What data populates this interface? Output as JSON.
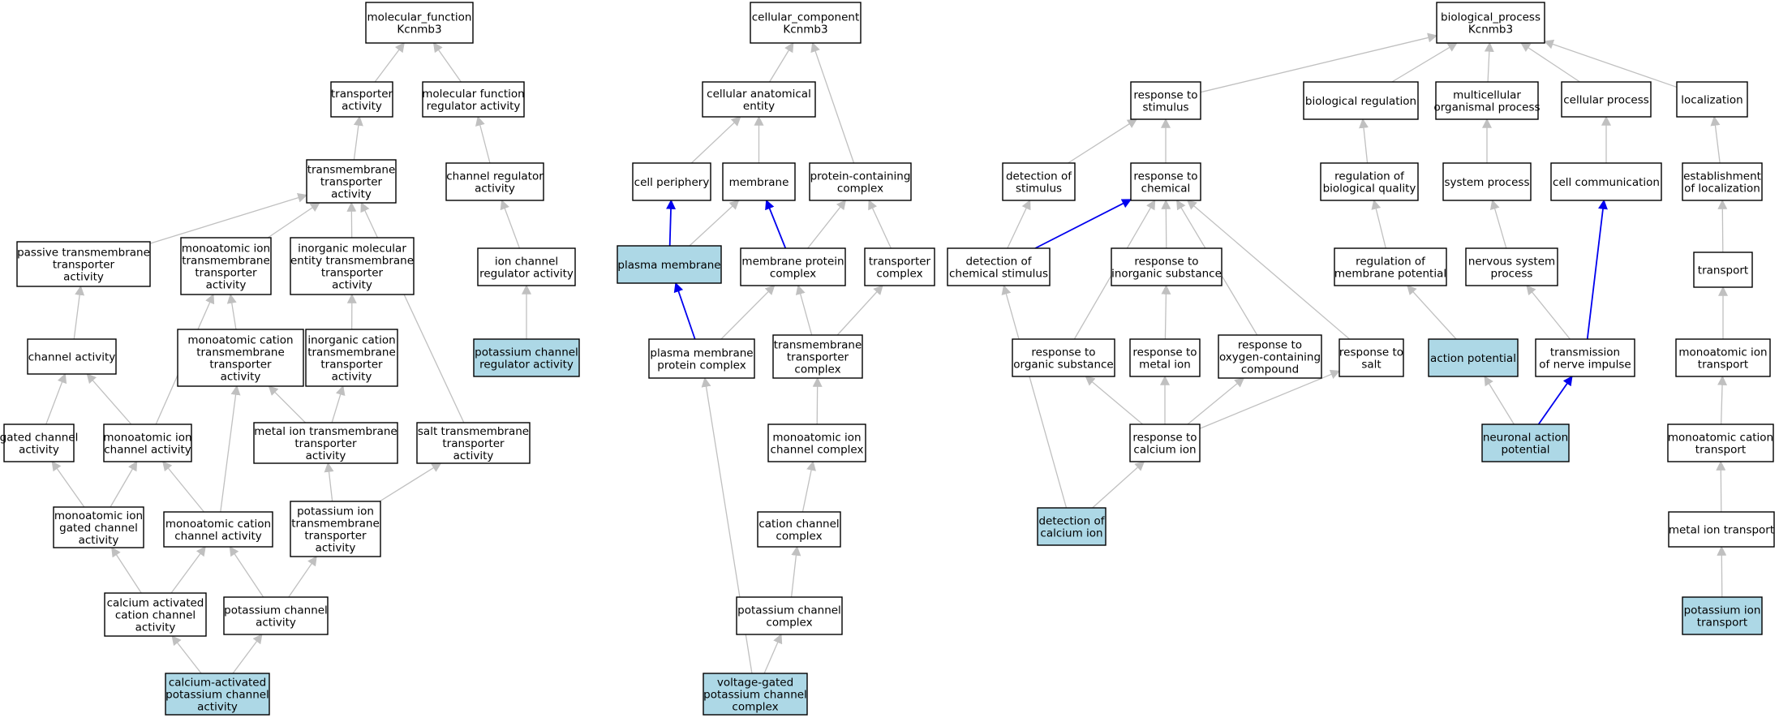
{
  "colors": {
    "node_fill": "#ffffff",
    "highlight_fill": "#add8e6",
    "edge_gray": "#c0c0c0",
    "edge_blue": "#0000ee",
    "border": "#000000"
  },
  "nodes": [
    {
      "id": "mf_root",
      "lines": [
        "molecular_function",
        "Kcnmb3"
      ]
    },
    {
      "id": "transporter_activity",
      "lines": [
        "transporter",
        "activity"
      ]
    },
    {
      "id": "mf_regulator",
      "lines": [
        "molecular function",
        "regulator activity"
      ]
    },
    {
      "id": "tm_transporter",
      "lines": [
        "transmembrane",
        "transporter",
        "activity"
      ]
    },
    {
      "id": "channel_regulator",
      "lines": [
        "channel regulator",
        "activity"
      ]
    },
    {
      "id": "passive_tm",
      "lines": [
        "passive transmembrane",
        "transporter",
        "activity"
      ]
    },
    {
      "id": "monoatomic_ion_tm",
      "lines": [
        "monoatomic ion",
        "transmembrane",
        "transporter",
        "activity"
      ]
    },
    {
      "id": "inorganic_mol_tm",
      "lines": [
        "inorganic molecular",
        "entity transmembrane",
        "transporter",
        "activity"
      ]
    },
    {
      "id": "ion_channel_regulator",
      "lines": [
        "ion channel",
        "regulator activity"
      ]
    },
    {
      "id": "channel_activity",
      "lines": [
        "channel activity"
      ]
    },
    {
      "id": "monoatomic_cation_tm",
      "lines": [
        "monoatomic cation",
        "transmembrane",
        "transporter",
        "activity"
      ]
    },
    {
      "id": "inorganic_cation_tm",
      "lines": [
        "inorganic cation",
        "transmembrane",
        "transporter",
        "activity"
      ]
    },
    {
      "id": "potassium_channel_regulator",
      "lines": [
        "potassium channel",
        "regulator activity"
      ],
      "highlight": true
    },
    {
      "id": "gated_channel",
      "lines": [
        "gated channel",
        "activity"
      ]
    },
    {
      "id": "monoatomic_ion_channel",
      "lines": [
        "monoatomic ion",
        "channel activity"
      ]
    },
    {
      "id": "metal_ion_tm",
      "lines": [
        "metal ion transmembrane",
        "transporter",
        "activity"
      ]
    },
    {
      "id": "salt_tm",
      "lines": [
        "salt transmembrane",
        "transporter",
        "activity"
      ]
    },
    {
      "id": "monoatomic_ion_gated",
      "lines": [
        "monoatomic ion",
        "gated channel",
        "activity"
      ]
    },
    {
      "id": "monoatomic_cation_channel",
      "lines": [
        "monoatomic cation",
        "channel activity"
      ]
    },
    {
      "id": "potassium_ion_tm",
      "lines": [
        "potassium ion",
        "transmembrane",
        "transporter",
        "activity"
      ]
    },
    {
      "id": "calcium_activated_cation",
      "lines": [
        "calcium activated",
        "cation channel",
        "activity"
      ]
    },
    {
      "id": "potassium_channel_activity",
      "lines": [
        "potassium channel",
        "activity"
      ]
    },
    {
      "id": "ca_activated_k_channel",
      "lines": [
        "calcium-activated",
        "potassium channel",
        "activity"
      ],
      "highlight": true
    },
    {
      "id": "cc_root",
      "lines": [
        "cellular_component",
        "Kcnmb3"
      ]
    },
    {
      "id": "cellular_anatomical_entity",
      "lines": [
        "cellular anatomical",
        "entity"
      ]
    },
    {
      "id": "cell_periphery",
      "lines": [
        "cell periphery"
      ]
    },
    {
      "id": "membrane",
      "lines": [
        "membrane"
      ]
    },
    {
      "id": "protein_containing_complex",
      "lines": [
        "protein-containing",
        "complex"
      ]
    },
    {
      "id": "plasma_membrane",
      "lines": [
        "plasma membrane"
      ],
      "highlight": true
    },
    {
      "id": "membrane_protein_complex",
      "lines": [
        "membrane protein",
        "complex"
      ]
    },
    {
      "id": "transporter_complex",
      "lines": [
        "transporter",
        "complex"
      ]
    },
    {
      "id": "plasma_membrane_protein_complex",
      "lines": [
        "plasma membrane",
        "protein complex"
      ]
    },
    {
      "id": "tm_transporter_complex",
      "lines": [
        "transmembrane",
        "transporter",
        "complex"
      ]
    },
    {
      "id": "monoatomic_ion_channel_complex",
      "lines": [
        "monoatomic ion",
        "channel complex"
      ]
    },
    {
      "id": "cation_channel_complex",
      "lines": [
        "cation channel",
        "complex"
      ]
    },
    {
      "id": "potassium_channel_complex",
      "lines": [
        "potassium channel",
        "complex"
      ]
    },
    {
      "id": "voltage_gated_k_complex",
      "lines": [
        "voltage-gated",
        "potassium channel",
        "complex"
      ],
      "highlight": true
    },
    {
      "id": "bp_root",
      "lines": [
        "biological_process",
        "Kcnmb3"
      ]
    },
    {
      "id": "response_to_stimulus",
      "lines": [
        "response to",
        "stimulus"
      ]
    },
    {
      "id": "biological_regulation",
      "lines": [
        "biological regulation"
      ]
    },
    {
      "id": "multicellular_process",
      "lines": [
        "multicellular",
        "organismal process"
      ]
    },
    {
      "id": "cellular_process",
      "lines": [
        "cellular process"
      ]
    },
    {
      "id": "localization",
      "lines": [
        "localization"
      ]
    },
    {
      "id": "detection_of_stimulus",
      "lines": [
        "detection of",
        "stimulus"
      ]
    },
    {
      "id": "response_to_chemical",
      "lines": [
        "response to",
        "chemical"
      ]
    },
    {
      "id": "regulation_of_biological_quality",
      "lines": [
        "regulation of",
        "biological quality"
      ]
    },
    {
      "id": "system_process",
      "lines": [
        "system process"
      ]
    },
    {
      "id": "cell_communication",
      "lines": [
        "cell communication"
      ]
    },
    {
      "id": "establishment_of_localization",
      "lines": [
        "establishment",
        "of localization"
      ]
    },
    {
      "id": "detection_of_chemical_stimulus",
      "lines": [
        "detection of",
        "chemical stimulus"
      ]
    },
    {
      "id": "response_to_inorganic_substance",
      "lines": [
        "response to",
        "inorganic substance"
      ]
    },
    {
      "id": "regulation_of_membrane_potential",
      "lines": [
        "regulation of",
        "membrane potential"
      ]
    },
    {
      "id": "nervous_system_process",
      "lines": [
        "nervous system",
        "process"
      ]
    },
    {
      "id": "transport",
      "lines": [
        "transport"
      ]
    },
    {
      "id": "response_to_organic_substance",
      "lines": [
        "response to",
        "organic substance"
      ]
    },
    {
      "id": "response_to_metal_ion",
      "lines": [
        "response to",
        "metal ion"
      ]
    },
    {
      "id": "response_to_oxygen_compound",
      "lines": [
        "response to",
        "oxygen-containing",
        "compound"
      ]
    },
    {
      "id": "response_to_salt",
      "lines": [
        "response to",
        "salt"
      ]
    },
    {
      "id": "action_potential",
      "lines": [
        "action potential"
      ],
      "highlight": true
    },
    {
      "id": "transmission_of_nerve_impulse",
      "lines": [
        "transmission",
        "of nerve impulse"
      ]
    },
    {
      "id": "monoatomic_ion_transport",
      "lines": [
        "monoatomic ion",
        "transport"
      ]
    },
    {
      "id": "response_to_calcium_ion",
      "lines": [
        "response to",
        "calcium ion"
      ]
    },
    {
      "id": "neuronal_action_potential",
      "lines": [
        "neuronal action",
        "potential"
      ],
      "highlight": true
    },
    {
      "id": "monoatomic_cation_transport",
      "lines": [
        "monoatomic cation",
        "transport"
      ]
    },
    {
      "id": "detection_of_calcium_ion",
      "lines": [
        "detection of",
        "calcium ion"
      ],
      "highlight": true
    },
    {
      "id": "metal_ion_transport",
      "lines": [
        "metal ion transport"
      ]
    },
    {
      "id": "potassium_ion_transport",
      "lines": [
        "potassium ion",
        "transport"
      ],
      "highlight": true
    }
  ],
  "edges": [
    {
      "from": "transporter_activity",
      "to": "mf_root"
    },
    {
      "from": "mf_regulator",
      "to": "mf_root"
    },
    {
      "from": "tm_transporter",
      "to": "transporter_activity"
    },
    {
      "from": "channel_regulator",
      "to": "mf_regulator"
    },
    {
      "from": "passive_tm",
      "to": "tm_transporter"
    },
    {
      "from": "monoatomic_ion_tm",
      "to": "tm_transporter"
    },
    {
      "from": "inorganic_mol_tm",
      "to": "tm_transporter"
    },
    {
      "from": "salt_tm",
      "to": "tm_transporter"
    },
    {
      "from": "ion_channel_regulator",
      "to": "channel_regulator"
    },
    {
      "from": "channel_activity",
      "to": "passive_tm"
    },
    {
      "from": "monoatomic_cation_tm",
      "to": "monoatomic_ion_tm"
    },
    {
      "from": "inorganic_cation_tm",
      "to": "inorganic_mol_tm"
    },
    {
      "from": "potassium_channel_regulator",
      "to": "ion_channel_regulator"
    },
    {
      "from": "gated_channel",
      "to": "channel_activity"
    },
    {
      "from": "monoatomic_ion_channel",
      "to": "channel_activity"
    },
    {
      "from": "monoatomic_ion_channel",
      "to": "monoatomic_ion_tm"
    },
    {
      "from": "metal_ion_tm",
      "to": "monoatomic_cation_tm"
    },
    {
      "from": "metal_ion_tm",
      "to": "inorganic_cation_tm"
    },
    {
      "from": "monoatomic_ion_gated",
      "to": "gated_channel"
    },
    {
      "from": "monoatomic_ion_gated",
      "to": "monoatomic_ion_channel"
    },
    {
      "from": "monoatomic_cation_channel",
      "to": "monoatomic_ion_channel"
    },
    {
      "from": "monoatomic_cation_channel",
      "to": "monoatomic_cation_tm"
    },
    {
      "from": "potassium_ion_tm",
      "to": "metal_ion_tm"
    },
    {
      "from": "potassium_ion_tm",
      "to": "salt_tm"
    },
    {
      "from": "calcium_activated_cation",
      "to": "monoatomic_ion_gated"
    },
    {
      "from": "calcium_activated_cation",
      "to": "monoatomic_cation_channel"
    },
    {
      "from": "potassium_channel_activity",
      "to": "monoatomic_cation_channel"
    },
    {
      "from": "potassium_channel_activity",
      "to": "potassium_ion_tm"
    },
    {
      "from": "ca_activated_k_channel",
      "to": "calcium_activated_cation"
    },
    {
      "from": "ca_activated_k_channel",
      "to": "potassium_channel_activity"
    },
    {
      "from": "cellular_anatomical_entity",
      "to": "cc_root"
    },
    {
      "from": "protein_containing_complex",
      "to": "cc_root"
    },
    {
      "from": "cell_periphery",
      "to": "cellular_anatomical_entity"
    },
    {
      "from": "membrane",
      "to": "cellular_anatomical_entity"
    },
    {
      "from": "plasma_membrane",
      "to": "cell_periphery",
      "color": "blue"
    },
    {
      "from": "plasma_membrane",
      "to": "membrane"
    },
    {
      "from": "membrane_protein_complex",
      "to": "membrane",
      "color": "blue"
    },
    {
      "from": "membrane_protein_complex",
      "to": "protein_containing_complex"
    },
    {
      "from": "transporter_complex",
      "to": "protein_containing_complex"
    },
    {
      "from": "plasma_membrane_protein_complex",
      "to": "plasma_membrane",
      "color": "blue"
    },
    {
      "from": "plasma_membrane_protein_complex",
      "to": "membrane_protein_complex"
    },
    {
      "from": "tm_transporter_complex",
      "to": "membrane_protein_complex"
    },
    {
      "from": "tm_transporter_complex",
      "to": "transporter_complex"
    },
    {
      "from": "monoatomic_ion_channel_complex",
      "to": "tm_transporter_complex"
    },
    {
      "from": "cation_channel_complex",
      "to": "monoatomic_ion_channel_complex"
    },
    {
      "from": "potassium_channel_complex",
      "to": "cation_channel_complex"
    },
    {
      "from": "voltage_gated_k_complex",
      "to": "potassium_channel_complex"
    },
    {
      "from": "voltage_gated_k_complex",
      "to": "plasma_membrane_protein_complex"
    },
    {
      "from": "response_to_stimulus",
      "to": "bp_root"
    },
    {
      "from": "biological_regulation",
      "to": "bp_root"
    },
    {
      "from": "multicellular_process",
      "to": "bp_root"
    },
    {
      "from": "cellular_process",
      "to": "bp_root"
    },
    {
      "from": "localization",
      "to": "bp_root"
    },
    {
      "from": "detection_of_stimulus",
      "to": "response_to_stimulus"
    },
    {
      "from": "response_to_chemical",
      "to": "response_to_stimulus"
    },
    {
      "from": "regulation_of_biological_quality",
      "to": "biological_regulation"
    },
    {
      "from": "system_process",
      "to": "multicellular_process"
    },
    {
      "from": "cell_communication",
      "to": "cellular_process"
    },
    {
      "from": "establishment_of_localization",
      "to": "localization"
    },
    {
      "from": "detection_of_chemical_stimulus",
      "to": "detection_of_stimulus"
    },
    {
      "from": "detection_of_chemical_stimulus",
      "to": "response_to_chemical",
      "color": "blue"
    },
    {
      "from": "response_to_inorganic_substance",
      "to": "response_to_chemical"
    },
    {
      "from": "regulation_of_membrane_potential",
      "to": "regulation_of_biological_quality"
    },
    {
      "from": "nervous_system_process",
      "to": "system_process"
    },
    {
      "from": "transport",
      "to": "establishment_of_localization"
    },
    {
      "from": "response_to_organic_substance",
      "to": "response_to_chemical"
    },
    {
      "from": "response_to_metal_ion",
      "to": "response_to_inorganic_substance"
    },
    {
      "from": "response_to_oxygen_compound",
      "to": "response_to_chemical"
    },
    {
      "from": "response_to_salt",
      "to": "response_to_chemical"
    },
    {
      "from": "action_potential",
      "to": "regulation_of_membrane_potential"
    },
    {
      "from": "transmission_of_nerve_impulse",
      "to": "nervous_system_process"
    },
    {
      "from": "transmission_of_nerve_impulse",
      "to": "cell_communication",
      "color": "blue"
    },
    {
      "from": "monoatomic_ion_transport",
      "to": "transport"
    },
    {
      "from": "response_to_calcium_ion",
      "to": "response_to_organic_substance"
    },
    {
      "from": "response_to_calcium_ion",
      "to": "response_to_metal_ion"
    },
    {
      "from": "response_to_calcium_ion",
      "to": "response_to_oxygen_compound"
    },
    {
      "from": "response_to_calcium_ion",
      "to": "response_to_salt"
    },
    {
      "from": "neuronal_action_potential",
      "to": "action_potential"
    },
    {
      "from": "neuronal_action_potential",
      "to": "transmission_of_nerve_impulse",
      "color": "blue"
    },
    {
      "from": "monoatomic_cation_transport",
      "to": "monoatomic_ion_transport"
    },
    {
      "from": "detection_of_calcium_ion",
      "to": "detection_of_chemical_stimulus"
    },
    {
      "from": "detection_of_calcium_ion",
      "to": "response_to_calcium_ion"
    },
    {
      "from": "metal_ion_transport",
      "to": "monoatomic_cation_transport"
    },
    {
      "from": "potassium_ion_transport",
      "to": "metal_ion_transport"
    }
  ]
}
